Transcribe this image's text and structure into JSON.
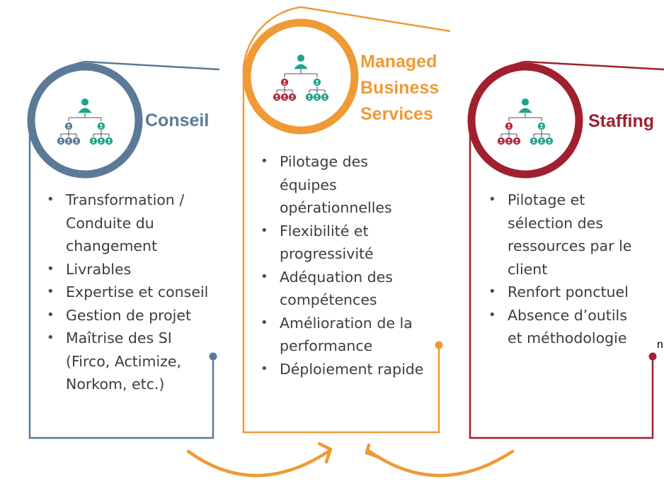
{
  "colors": {
    "conseil": "#5c7a98",
    "managed": "#ef9a35",
    "staffing": "#a0202f",
    "icon_teal": "#1fa38c",
    "icon_slate": "#5c7a98",
    "icon_red": "#b8283e"
  },
  "icons": [
    "org-chart-icon",
    "org-chart-icon",
    "org-chart-icon",
    "curved-arrow-icon",
    "curved-arrow-icon"
  ],
  "columns": [
    {
      "title": "Conseil",
      "items": [
        "Transformation / Conduite du changement",
        "Livrables",
        "Expertise et conseil",
        "Gestion de projet",
        "Maîtrise des SI (Firco, Actimize, Norkom, etc.)"
      ]
    },
    {
      "title": "Managed\nBusiness\nServices",
      "items": [
        "Pilotage des équipes opérationnelles",
        "Flexibilité et progressivité",
        "Adéquation des compétences",
        "Amélioration de la performance",
        "Déploiement rapide"
      ]
    },
    {
      "title": "Staffing",
      "items": [
        "Pilotage et sélection des ressources par le client",
        "Renfort ponctuel",
        "Absence d’outils et méthodologie"
      ]
    }
  ],
  "stray_text": "n"
}
